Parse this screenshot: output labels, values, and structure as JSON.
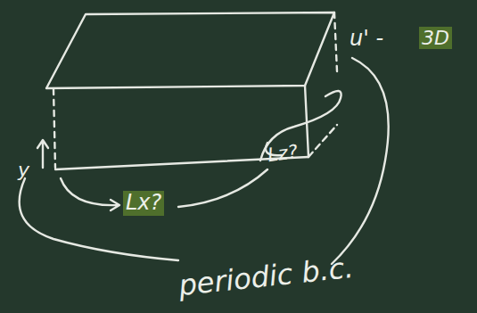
{
  "diagram": {
    "labels": [
      "y",
      "Lx?",
      "Lz?",
      "u' -",
      "3D",
      "periodic b.c."
    ]
  }
}
